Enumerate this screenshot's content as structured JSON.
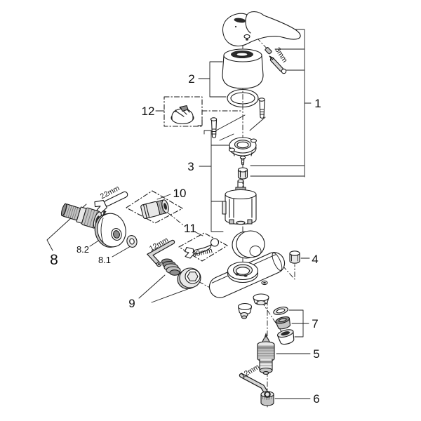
{
  "diagram": {
    "type": "exploded-parts-diagram",
    "subject": "single-lever bath mixer faucet, exploded service view",
    "part_labels": {
      "p1": "1",
      "p2": "2",
      "p3": "3",
      "p4": "4",
      "p5": "5",
      "p6": "6",
      "p7": "7",
      "p8": "8",
      "p8_1": "8.1",
      "p8_2": "8.2",
      "p9": "9",
      "p10": "10",
      "p11": "11",
      "p12": "12"
    },
    "tool_labels": {
      "hex_key_top": "3mm",
      "open_wrench_left": "22mm",
      "hex_key_middle": "12mm",
      "open_wrench_box": "30mm",
      "hex_key_bottom": "12mm"
    },
    "colors": {
      "background": "#ffffff",
      "line": "#1a1a1a",
      "shade_light": "#e8e8e8",
      "shade_mid": "#c4c4c4",
      "shade_dark": "#8d8d8d"
    }
  }
}
